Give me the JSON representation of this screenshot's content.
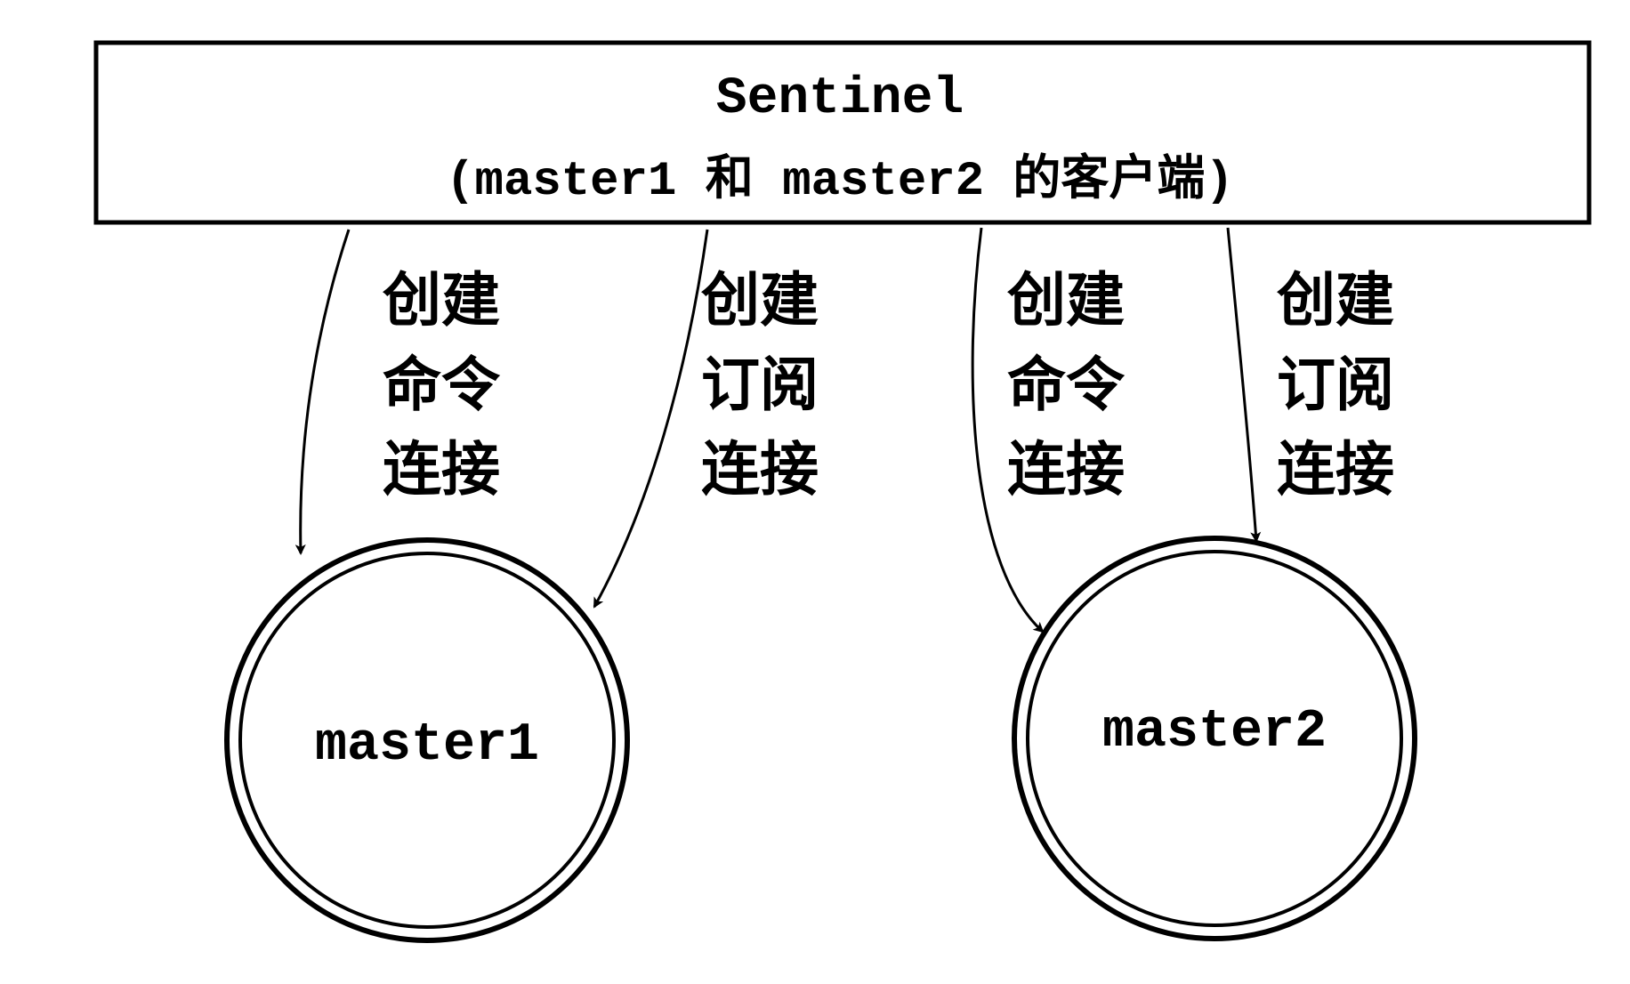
{
  "sentinel": {
    "title": "Sentinel",
    "subtitle": "(master1 和 master2 的客户端)"
  },
  "masters": [
    {
      "id": "master1",
      "label": "master1"
    },
    {
      "id": "master2",
      "label": "master2"
    }
  ],
  "connections": [
    {
      "id": "cmd-master1",
      "lines": [
        "创建",
        "命令",
        "连接"
      ]
    },
    {
      "id": "sub-master1",
      "lines": [
        "创建",
        "订阅",
        "连接"
      ]
    },
    {
      "id": "cmd-master2",
      "lines": [
        "创建",
        "命令",
        "连接"
      ]
    },
    {
      "id": "sub-master2",
      "lines": [
        "创建",
        "订阅",
        "连接"
      ]
    }
  ]
}
